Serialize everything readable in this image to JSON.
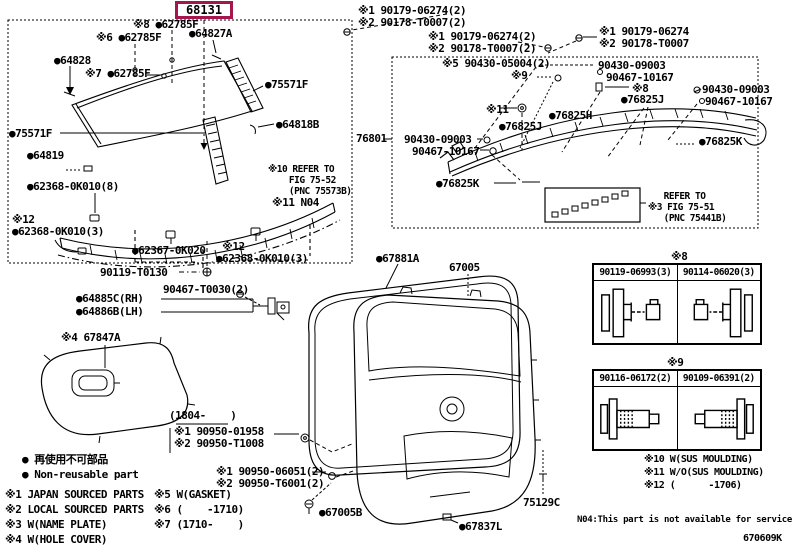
{
  "colors": {
    "background": "#ffffff",
    "line": "#000000",
    "figure_box": "#a6164e"
  },
  "figure": "68131",
  "glass": [
    "※8 ●62785F",
    "※6 ●62785F",
    "●64827A",
    "●64828",
    "※7 ●62785F",
    "●75571F",
    "●64818B",
    "●75571F",
    "●64819",
    "●62368-0K010(8)",
    "※12\n●62368-0K010(3)",
    "●62367-0K020",
    " ※12\n●62368-0K010(3)",
    "※10 REFER TO\n    FIG 75-52\n    (PNC 75573B)",
    "※11 N04"
  ],
  "door_top": [
    "※1 90179-06274(2)\n※2 90178-T0007(2)",
    "※1 90179-06274(2)\n※2 90178-T0007(2)",
    "※1 90179-06274\n※2 90178-T0007"
  ],
  "door_box_label": "76801",
  "door_box": [
    "※5 90430-05004(2)",
    "※9",
    "90430-09003",
    "90467-10167",
    "※8",
    "●76825J",
    "90430-09003",
    "90467-10167",
    "※11",
    "●76825H",
    "●76825J",
    "90430-09003",
    "90467-10167",
    "●76825K",
    "●76825K",
    "   REFER TO\n※3 FIG 75-51\n   (PNC 75441B)"
  ],
  "middle": [
    "90119-T0130",
    "90467-T0030(2)",
    "●64885C(RH)",
    "●64886B(LH)",
    "※4 67847A",
    "●67881A",
    "67005",
    "(1804-    )",
    "※1 90950-01958\n※2 90950-T1008",
    "※1 90950-06051(2)\n※2 90950-T6001(2)",
    "●67005B",
    "75129C",
    "●67837L"
  ],
  "legend": {
    "jp": "● 再使用不可部品",
    "en": "● Non-reusable part",
    "col1": "※1 JAPAN SOURCED PARTS\n※2 LOCAL SOURCED PARTS\n※3 W(NAME PLATE)\n※4 W(HOLE COVER)",
    "col2": "※5 W(GASKET)\n※6 (    -1710)\n※7 (1710-    )",
    "col3": "※10 W(SUS MOULDING)\n※11 W/O(SUS MOULDING)\n※12 (      -1706)"
  },
  "tables": [
    {
      "mark": "※8",
      "left": "90119-06993(3)",
      "right": "90114-06020(3)"
    },
    {
      "mark": "※9",
      "left": "90116-06172(2)",
      "right": "90109-06391(2)"
    }
  ],
  "footer": {
    "note": "N04:This part is not available for service",
    "code": "670609K"
  }
}
